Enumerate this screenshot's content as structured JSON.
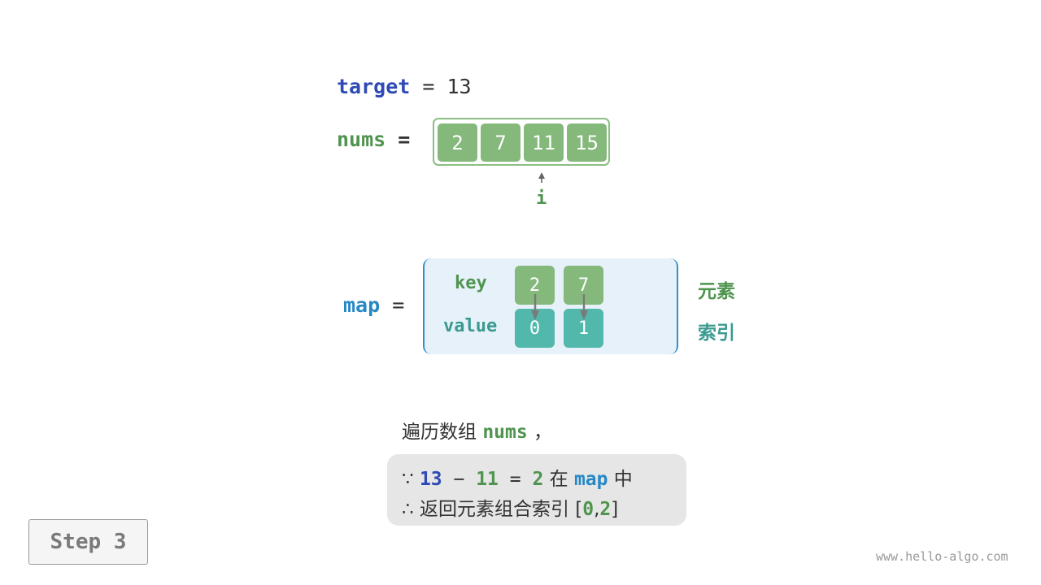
{
  "target": {
    "name": "target",
    "op": " = ",
    "value": "13"
  },
  "nums": {
    "name": "nums",
    "op": " =",
    "values": [
      "2",
      "7",
      "11",
      "15"
    ]
  },
  "pointer": {
    "label": "i",
    "index": 2
  },
  "map": {
    "name": "map",
    "op": " =",
    "key_label": "key",
    "value_label": "value",
    "keys": [
      "2",
      "7"
    ],
    "values": [
      "0",
      "1"
    ],
    "key_legend": "元素",
    "value_legend": "索引"
  },
  "explanation": {
    "traverse_prefix": "遍历数组 ",
    "traverse_var": "nums",
    "traverse_suffix": " ，",
    "row1": {
      "because": "∵ ",
      "target": "13",
      "minus": " − ",
      "current": "11",
      "equals": " = ",
      "diff": "2",
      "in": " 在 ",
      "map": "map",
      "zhong": " 中"
    },
    "row2": {
      "therefore": "∴ 返回元素组合索引 [",
      "idx0": "0",
      "comma": ",",
      "idx1": "2",
      "close": "]"
    }
  },
  "step": {
    "label": "Step 3"
  },
  "watermark": "www.hello-algo.com",
  "colors": {
    "keyword_blue": "#2f49b5",
    "keyword_green": "#4f944f",
    "map_blue": "#2688c6",
    "cell_green": "#85b97c",
    "cell_teal": "#52b8ac",
    "map_bg": "#e6f1fa"
  }
}
